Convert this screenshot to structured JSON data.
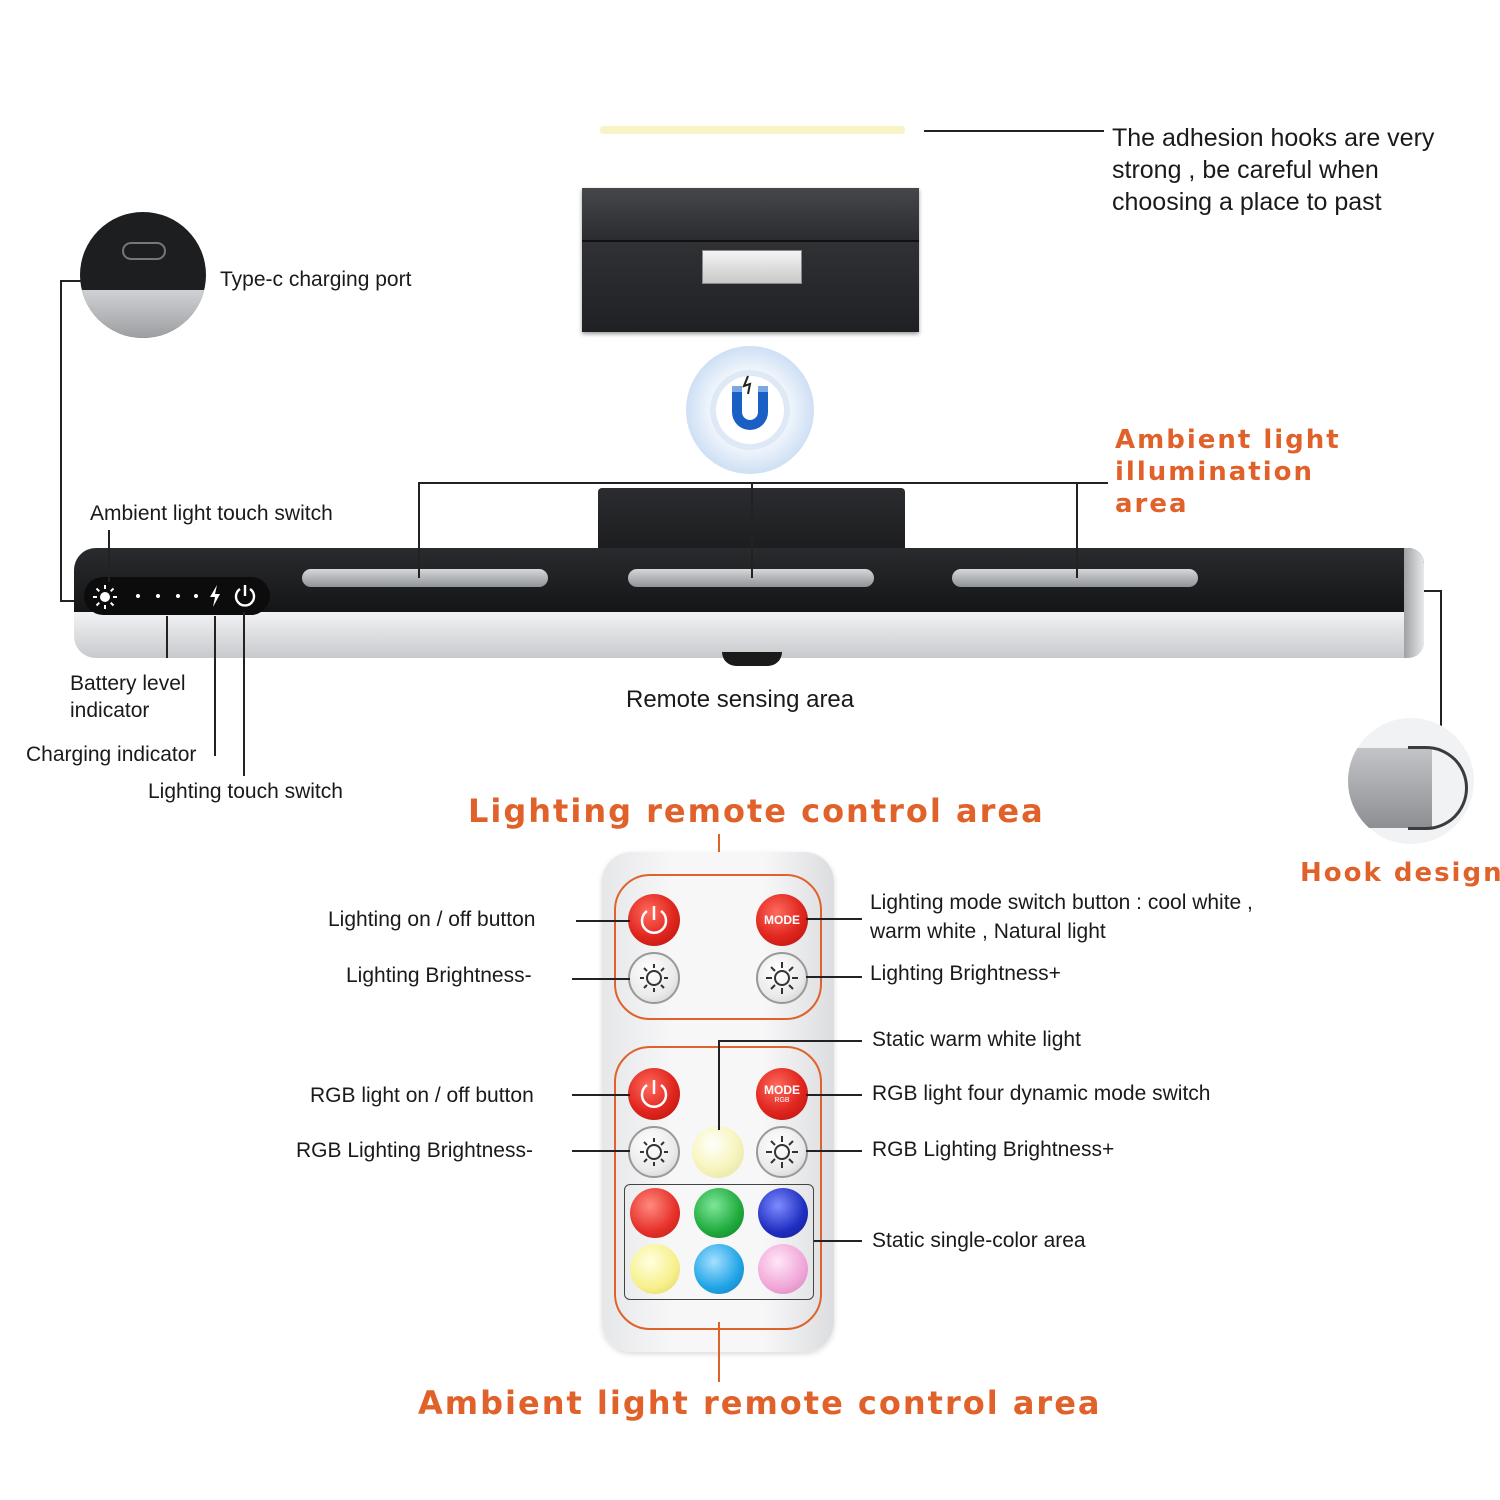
{
  "labels": {
    "adhesion": "The adhesion hooks are very strong , be careful when choosing a place to past",
    "typec": "Type-c charging port",
    "ambient_touch": "Ambient light touch switch",
    "ambient_area": "Ambient light illumination area",
    "battery": "Battery level indicator",
    "charging": "Charging indicator",
    "lighting_touch": "Lighting touch switch",
    "remote_sensing": "Remote sensing area",
    "hook_design": "Hook design",
    "lighting_remote_area": "Lighting remote control area",
    "ambient_remote_area": "Ambient light remote control area",
    "lighting_onoff": "Lighting on / off button",
    "lighting_mode": "Lighting mode switch button : cool white , warm white , Natural light",
    "brightness_minus": "Lighting Brightness-",
    "brightness_plus": "Lighting Brightness+",
    "static_warm": "Static warm white light",
    "rgb_onoff": "RGB light on / off button",
    "rgb_mode": "RGB light four dynamic mode switch",
    "rgb_brightness_minus": "RGB Lighting Brightness-",
    "rgb_brightness_plus": "RGB Lighting Brightness+",
    "static_single": "Static single-color area"
  },
  "remote": {
    "mode_label": "MODE",
    "mode_rgb_label": "MODE",
    "mode_rgb_sub": "RGB"
  },
  "colors": {
    "orange_text": "#e0622a",
    "red_button": "#e0261e",
    "color_buttons": [
      "#e53028",
      "#1faa3c",
      "#1f2ec0",
      "#f7f08a",
      "#20a4e6",
      "#f0a6d8"
    ],
    "warm_white": "#f8f6c0"
  },
  "icons": [
    "usb-c-port-icon",
    "magnet-icon",
    "sun-icon",
    "bolt-icon",
    "power-icon"
  ]
}
